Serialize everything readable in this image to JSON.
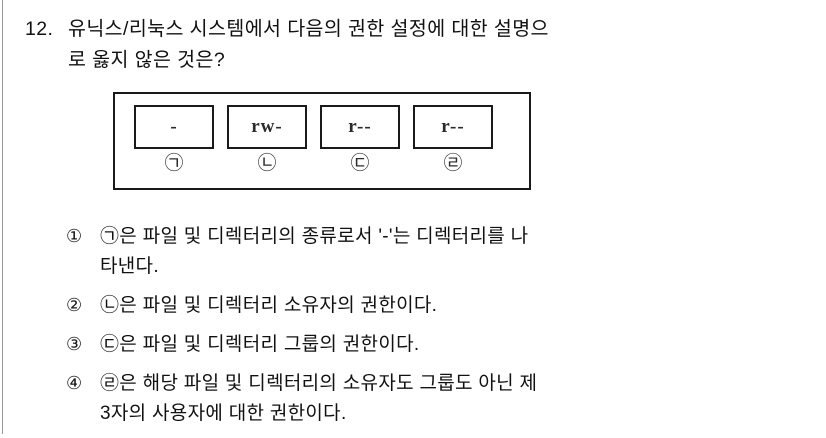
{
  "question": {
    "number": "12.",
    "lines": [
      "유닉스/리눅스 시스템에서 다음의 권한 설정에 대한 설명으",
      "로 옳지 않은 것은?"
    ]
  },
  "diagram": {
    "name": "permission-bits-diagram",
    "cells": [
      {
        "value": "-",
        "marker": "㉠"
      },
      {
        "value": "rw-",
        "marker": "㉡"
      },
      {
        "value": "r--",
        "marker": "㉢"
      },
      {
        "value": "r--",
        "marker": "㉣"
      }
    ]
  },
  "options": [
    {
      "marker": "①",
      "lines": [
        "㉠은 파일 및 디렉터리의 종류로서 '-'는 디렉터리를 나",
        "타낸다."
      ]
    },
    {
      "marker": "②",
      "lines": [
        "㉡은 파일 및 디렉터리 소유자의 권한이다."
      ]
    },
    {
      "marker": "③",
      "lines": [
        "㉢은 파일 및 디렉터리 그룹의 권한이다."
      ]
    },
    {
      "marker": "④",
      "lines": [
        "㉣은 해당 파일 및 디렉터리의 소유자도 그룹도 아닌 제",
        "3자의 사용자에 대한 권한이다."
      ]
    }
  ],
  "colors": {
    "text": "#111111",
    "rule": "#1a1a1a",
    "background": "#ffffff"
  }
}
